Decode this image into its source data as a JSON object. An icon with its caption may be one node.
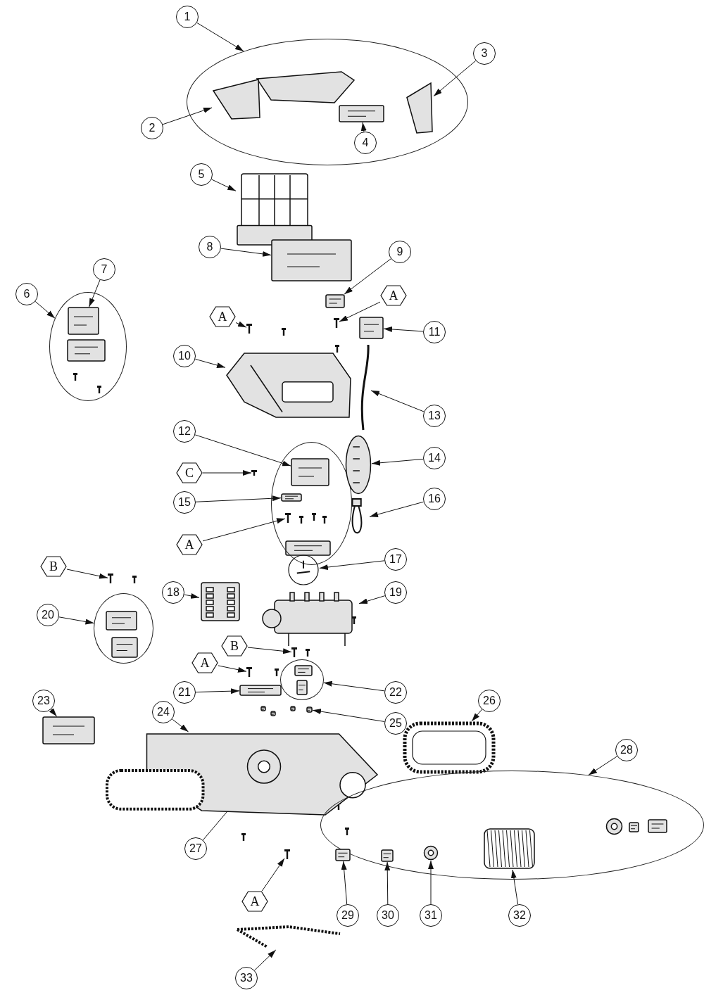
{
  "diagram": {
    "nodes": [
      {
        "text": [],
        "shape": "cloud"
      },
      {
        "text": [],
        "shape": "picture",
        "in": 0
      },
      {
        "text": [],
        "shape": "picture",
        "in": 0
      },
      {
        "text": [],
        "shape": "picture",
        "in": 0
      },
      {
        "text": [
          "1"
        ]
      },
      {
        "text": [
          "2"
        ]
      },
      {
        "text": [
          "3"
        ]
      },
      {
        "text": [
          "4"
        ],
        "in": 0
      },
      {
        "text": [],
        "shape": "picture"
      },
      {
        "text": [
          "5"
        ]
      },
      {
        "text": [],
        "shape": "cloud"
      },
      {
        "text": [],
        "shape": "picture",
        "in": 10
      },
      {
        "text": [
          "6"
        ]
      },
      {
        "text": [
          "7"
        ]
      },
      {
        "text": [],
        "shape": "picture"
      },
      {
        "text": [
          "8"
        ]
      },
      {
        "text": [],
        "shape": "picture"
      },
      {
        "text": [
          "9"
        ]
      },
      {
        "text": [
          "A"
        ]
      },
      {
        "text": [],
        "shape": "picture"
      },
      {
        "text": [
          "A"
        ]
      },
      {
        "text": [],
        "shape": "picture"
      },
      {
        "text": [],
        "shape": "picture"
      },
      {
        "text": [
          "10"
        ]
      },
      {
        "text": [],
        "shape": "picture"
      },
      {
        "text": [
          "11"
        ]
      },
      {
        "text": [],
        "shape": "picture"
      },
      {
        "text": [
          "13"
        ]
      },
      {
        "text": [],
        "shape": "cloud"
      },
      {
        "text": [],
        "shape": "picture",
        "in": 28
      },
      {
        "text": [],
        "shape": "picture",
        "in": 28
      },
      {
        "text": [],
        "shape": "picture",
        "in": 28
      },
      {
        "text": [],
        "shape": "picture"
      },
      {
        "text": [
          "12"
        ]
      },
      {
        "text": [
          "C"
        ]
      },
      {
        "text": [
          "15"
        ]
      },
      {
        "text": [
          "A"
        ]
      },
      {
        "text": [],
        "shape": "picture"
      },
      {
        "text": [
          "14"
        ]
      },
      {
        "text": [],
        "shape": "picture"
      },
      {
        "text": [
          "16"
        ]
      },
      {
        "text": [],
        "shape": "circle"
      },
      {
        "text": [
          "17"
        ]
      },
      {
        "text": [],
        "shape": "picture"
      },
      {
        "text": [
          "18"
        ]
      },
      {
        "text": [],
        "shape": "picture"
      },
      {
        "text": [
          "19"
        ]
      },
      {
        "text": [
          "B"
        ]
      },
      {
        "text": [],
        "shape": "picture"
      },
      {
        "text": [],
        "shape": "cloud"
      },
      {
        "text": [
          "20"
        ]
      },
      {
        "text": [
          "B"
        ]
      },
      {
        "text": [],
        "shape": "picture"
      },
      {
        "text": [
          "A"
        ]
      },
      {
        "text": [],
        "shape": "picture"
      },
      {
        "text": [],
        "shape": "cloud"
      },
      {
        "text": [],
        "shape": "picture"
      },
      {
        "text": [
          "21"
        ]
      },
      {
        "text": [
          "22"
        ]
      },
      {
        "text": [],
        "shape": "picture"
      },
      {
        "text": [
          "23"
        ]
      },
      {
        "text": [],
        "shape": "picture"
      },
      {
        "text": [
          "25"
        ]
      },
      {
        "text": [],
        "shape": "picture"
      },
      {
        "text": [
          "24"
        ]
      },
      {
        "text": [],
        "shape": "picture"
      },
      {
        "text": [
          "26"
        ]
      },
      {
        "text": [],
        "shape": "picture",
        "in": 63
      },
      {
        "text": [
          "27"
        ]
      },
      {
        "text": [],
        "shape": "cloud"
      },
      {
        "text": [],
        "shape": "picture",
        "in": 69
      },
      {
        "text": [],
        "shape": "picture",
        "in": 69
      },
      {
        "text": [],
        "shape": "picture",
        "in": 69
      },
      {
        "text": [],
        "shape": "picture",
        "in": 69
      },
      {
        "text": [
          "28"
        ]
      },
      {
        "text": [
          "29"
        ]
      },
      {
        "text": [
          "30"
        ]
      },
      {
        "text": [
          "31"
        ]
      },
      {
        "text": [
          "32"
        ]
      },
      {
        "text": [],
        "shape": "picture"
      },
      {
        "text": [
          "A"
        ]
      },
      {
        "text": [],
        "shape": "picture"
      },
      {
        "text": [
          "33"
        ]
      }
    ],
    "edges": [
      {
        "from": 4,
        "to": 0,
        "arrow": "to"
      },
      {
        "from": 5,
        "to": 1,
        "arrow": "to"
      },
      {
        "from": 6,
        "to": 2,
        "arrow": "to"
      },
      {
        "from": 7,
        "to": 3,
        "arrow": "to"
      },
      {
        "from": 9,
        "to": 8,
        "arrow": "to"
      },
      {
        "from": 12,
        "to": 10,
        "arrow": "to"
      },
      {
        "from": 13,
        "to": 11,
        "arrow": "to"
      },
      {
        "from": 15,
        "to": 14,
        "arrow": "to"
      },
      {
        "from": 17,
        "to": 16,
        "arrow": "to"
      },
      {
        "from": 18,
        "to": 19,
        "arrow": "to"
      },
      {
        "from": 20,
        "to": 21,
        "arrow": "to"
      },
      {
        "from": 23,
        "to": 22,
        "arrow": "to"
      },
      {
        "from": 25,
        "to": 24,
        "arrow": "to"
      },
      {
        "from": 27,
        "to": 26,
        "arrow": "to"
      },
      {
        "from": 33,
        "to": 29,
        "arrow": "to"
      },
      {
        "from": 34,
        "to": 32,
        "arrow": "to"
      },
      {
        "from": 35,
        "to": 30,
        "arrow": "to"
      },
      {
        "from": 36,
        "to": 31,
        "arrow": "to"
      },
      {
        "from": 38,
        "to": 37,
        "arrow": "to"
      },
      {
        "from": 40,
        "to": 39,
        "arrow": "to"
      },
      {
        "from": 42,
        "to": 41,
        "arrow": "to"
      },
      {
        "from": 44,
        "to": 43,
        "arrow": "to"
      },
      {
        "from": 46,
        "to": 45,
        "arrow": "to"
      },
      {
        "from": 47,
        "to": 48,
        "arrow": "to"
      },
      {
        "from": 50,
        "to": 49,
        "arrow": "to"
      },
      {
        "from": 51,
        "to": 52,
        "arrow": "to"
      },
      {
        "from": 53,
        "to": 54,
        "arrow": "to"
      },
      {
        "from": 57,
        "to": 56,
        "arrow": "to"
      },
      {
        "from": 58,
        "to": 55,
        "arrow": "to"
      },
      {
        "from": 60,
        "to": 59,
        "arrow": "to"
      },
      {
        "from": 62,
        "to": 61,
        "arrow": "to"
      },
      {
        "from": 64,
        "to": 63,
        "arrow": "to"
      },
      {
        "from": 66,
        "to": 65,
        "arrow": "to"
      },
      {
        "from": 68,
        "to": 67,
        "arrow": "to"
      },
      {
        "from": 74,
        "to": 69,
        "arrow": "to"
      },
      {
        "from": 75,
        "to": 70,
        "arrow": "to"
      },
      {
        "from": 76,
        "to": 71,
        "arrow": "to"
      },
      {
        "from": 77,
        "to": 72,
        "arrow": "to"
      },
      {
        "from": 78,
        "to": 73,
        "arrow": "to"
      },
      {
        "from": 80,
        "to": 79,
        "arrow": "to"
      },
      {
        "from": 82,
        "to": 81,
        "arrow": "to"
      }
    ]
  }
}
